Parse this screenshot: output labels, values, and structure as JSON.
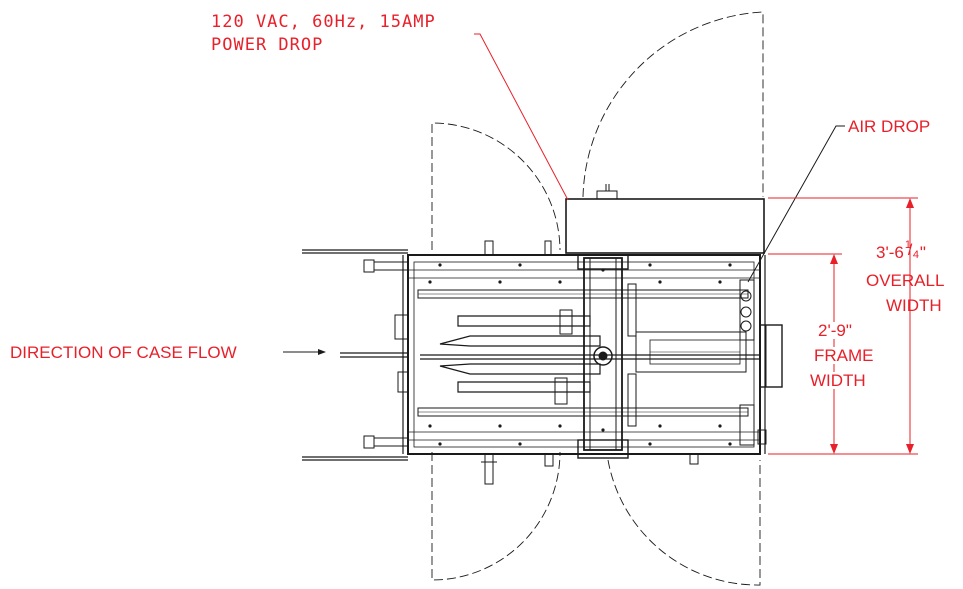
{
  "colors": {
    "annotation": "#e8202a",
    "linework": "#1a1a1a",
    "background": "#ffffff"
  },
  "labels": {
    "power_drop_line1": "120 VAC, 60Hz, 15AMP",
    "power_drop_line2": "POWER DROP",
    "air_drop": "AIR DROP",
    "case_flow": "DIRECTION OF CASE FLOW",
    "overall_width": {
      "value": "3'-6",
      "fraction_num": "1",
      "fraction_den": "4",
      "inch_mark": "\"",
      "line1": "OVERALL",
      "line2": "WIDTH"
    },
    "frame_width": {
      "value": "2'-9\"",
      "line1": "FRAME",
      "line2": "WIDTH"
    }
  }
}
